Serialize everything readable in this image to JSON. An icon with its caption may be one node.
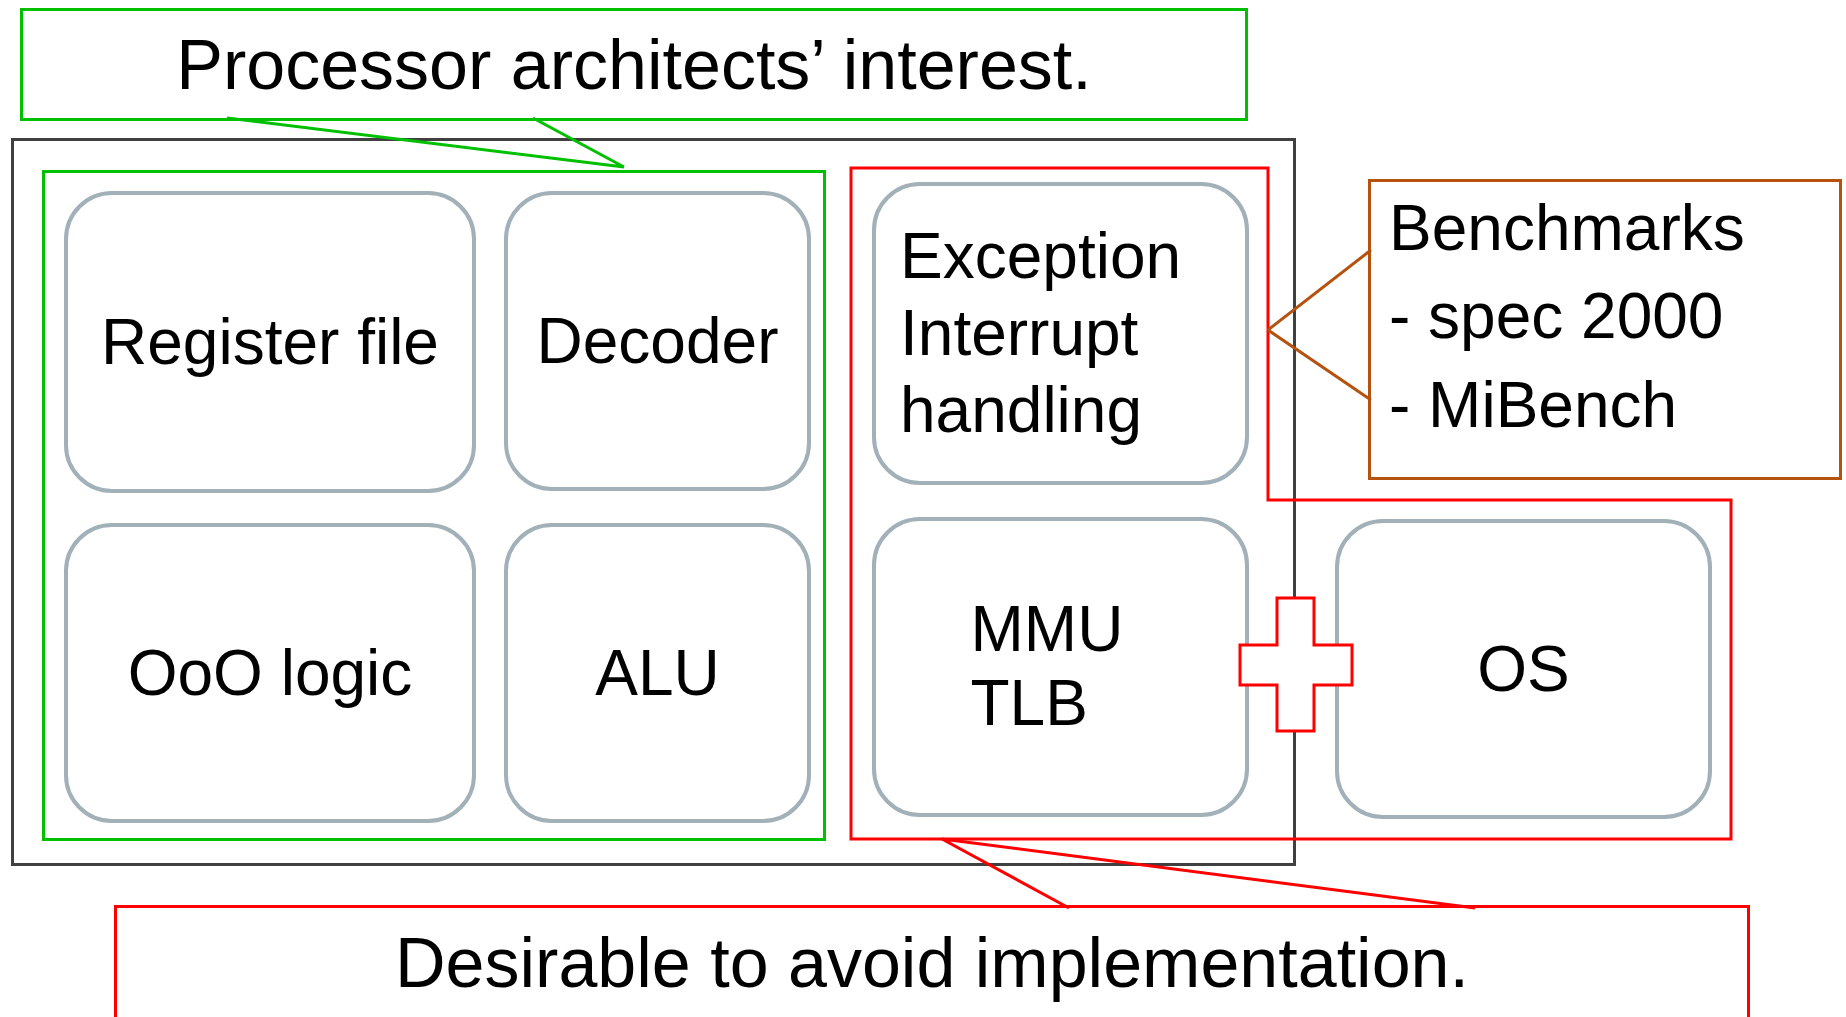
{
  "diagram": {
    "nodes": [
      {
        "text": [
          "Processor architects’ interest."
        ]
      },
      {
        "text": [],
        "shape": "box"
      },
      {
        "text": [],
        "shape": "box",
        "in": 1
      },
      {
        "text": [
          "Register file"
        ],
        "in": 2
      },
      {
        "text": [
          "Decoder"
        ],
        "in": 2
      },
      {
        "text": [
          "OoO logic"
        ],
        "in": 2
      },
      {
        "text": [
          "ALU"
        ],
        "in": 2
      },
      {
        "text": [],
        "shape": "box"
      },
      {
        "text": [
          "Exception Interrupt handling"
        ]
      },
      {
        "text": [
          "MMU TLB"
        ]
      },
      {
        "text": [
          "OS"
        ],
        "in": 7
      },
      {
        "text": [
          "Benchmarks",
          "- spec 2000",
          "- MiBench"
        ]
      },
      {
        "text": [
          "Desirable to avoid implementation."
        ]
      }
    ],
    "edges": [
      {
        "from": 0,
        "to": 2,
        "arrow": "none",
        "color": "#00c000"
      },
      {
        "from": 11,
        "to": 7,
        "arrow": "none",
        "color": "#b5520f"
      },
      {
        "from": 12,
        "to": 7,
        "arrow": "none",
        "color": "#ff0000"
      }
    ]
  }
}
